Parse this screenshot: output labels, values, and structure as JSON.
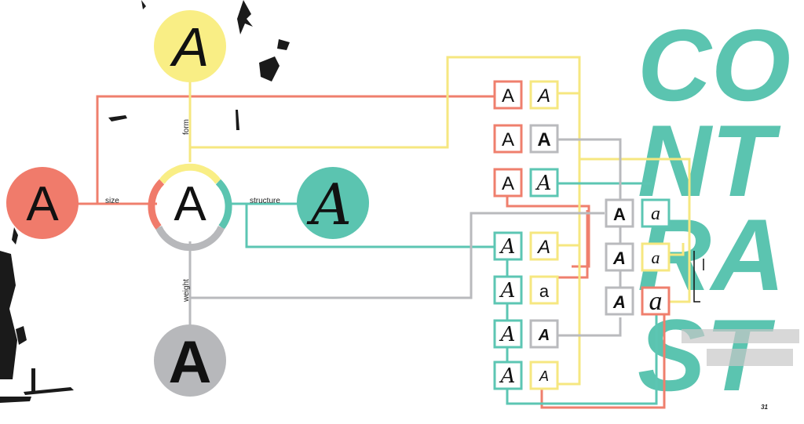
{
  "title_word": "CONTRAST",
  "title_lines": [
    "CO",
    "NT",
    "RA",
    "ST"
  ],
  "center_glyph": "A",
  "axes": {
    "size": {
      "label": "size",
      "glyph": "A"
    },
    "form": {
      "label": "form",
      "glyph": "A"
    },
    "structure": {
      "label": "structure",
      "glyph": "A"
    },
    "weight": {
      "label": "weight",
      "glyph": "A"
    }
  },
  "grid": {
    "col1": [
      "A",
      "A",
      "A",
      "A",
      "A",
      "A",
      "A"
    ],
    "col2": [
      "A",
      "A",
      "A",
      "A",
      "a",
      "A",
      "A"
    ],
    "col3": [
      "A",
      "A",
      "A"
    ],
    "col4": [
      "a",
      "a",
      "a"
    ]
  },
  "page_number": "31",
  "colors": {
    "size": "#f07b6b",
    "form": "#f9ee85",
    "structure": "#5bc4b0",
    "weight": "#b7b8bb",
    "title": "#5bc4b0",
    "line_size": "#ef7f6d",
    "line_form": "#f6e780",
    "line_structure": "#5cc6b3",
    "line_weight": "#b9babd"
  }
}
